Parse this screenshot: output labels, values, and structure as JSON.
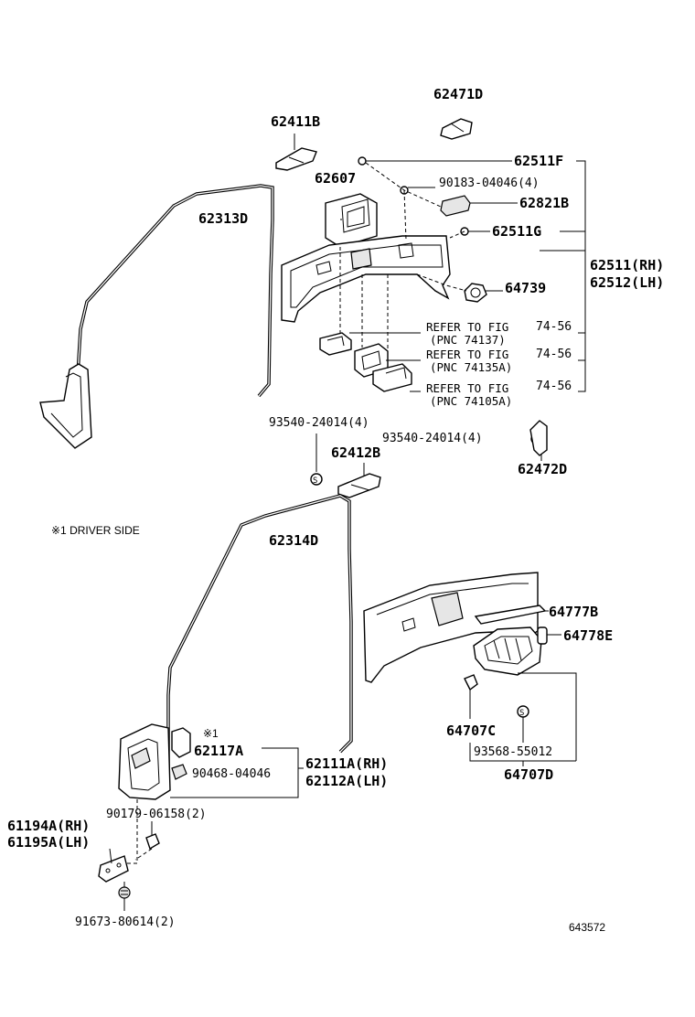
{
  "labels": {
    "p62471D": "62471D",
    "p62411B": "62411B",
    "p62511F": "62511F",
    "p62607": "62607",
    "p90183": "90183-04046(4)",
    "p62821B": "62821B",
    "p62313D": "62313D",
    "p62511G": "62511G",
    "p62511RH": "62511(RH)",
    "p62512LH": "62512(LH)",
    "p64739": "64739",
    "ref1a": "REFER TO FIG",
    "ref1b": "(PNC 74137)",
    "ref1n": "74-56",
    "ref2a": "REFER TO FIG",
    "ref2b": "(PNC 74135A)",
    "ref2n": "74-56",
    "ref3a": "REFER TO FIG",
    "ref3b": "(PNC 74105A)",
    "ref3n": "74-56",
    "p93540a": "93540-24014(4)",
    "p93540b": "93540-24014(4)",
    "p62412B": "62412B",
    "p62472D": "62472D",
    "note1": "※1 DRIVER SIDE",
    "p62314D": "62314D",
    "p64777B": "64777B",
    "p64778E": "64778E",
    "mark1": "※1",
    "p62117A": "62117A",
    "p90468": "90468-04046",
    "p62111A": "62111A(RH)",
    "p62112A": "62112A(LH)",
    "p64707C": "64707C",
    "p93568": "93568-55012",
    "p64707D": "64707D",
    "p90179": "90179-06158(2)",
    "p61194A": "61194A(RH)",
    "p61195A": "61195A(LH)",
    "p91673": "91673-80614(2)",
    "drawing_no": "643572"
  }
}
